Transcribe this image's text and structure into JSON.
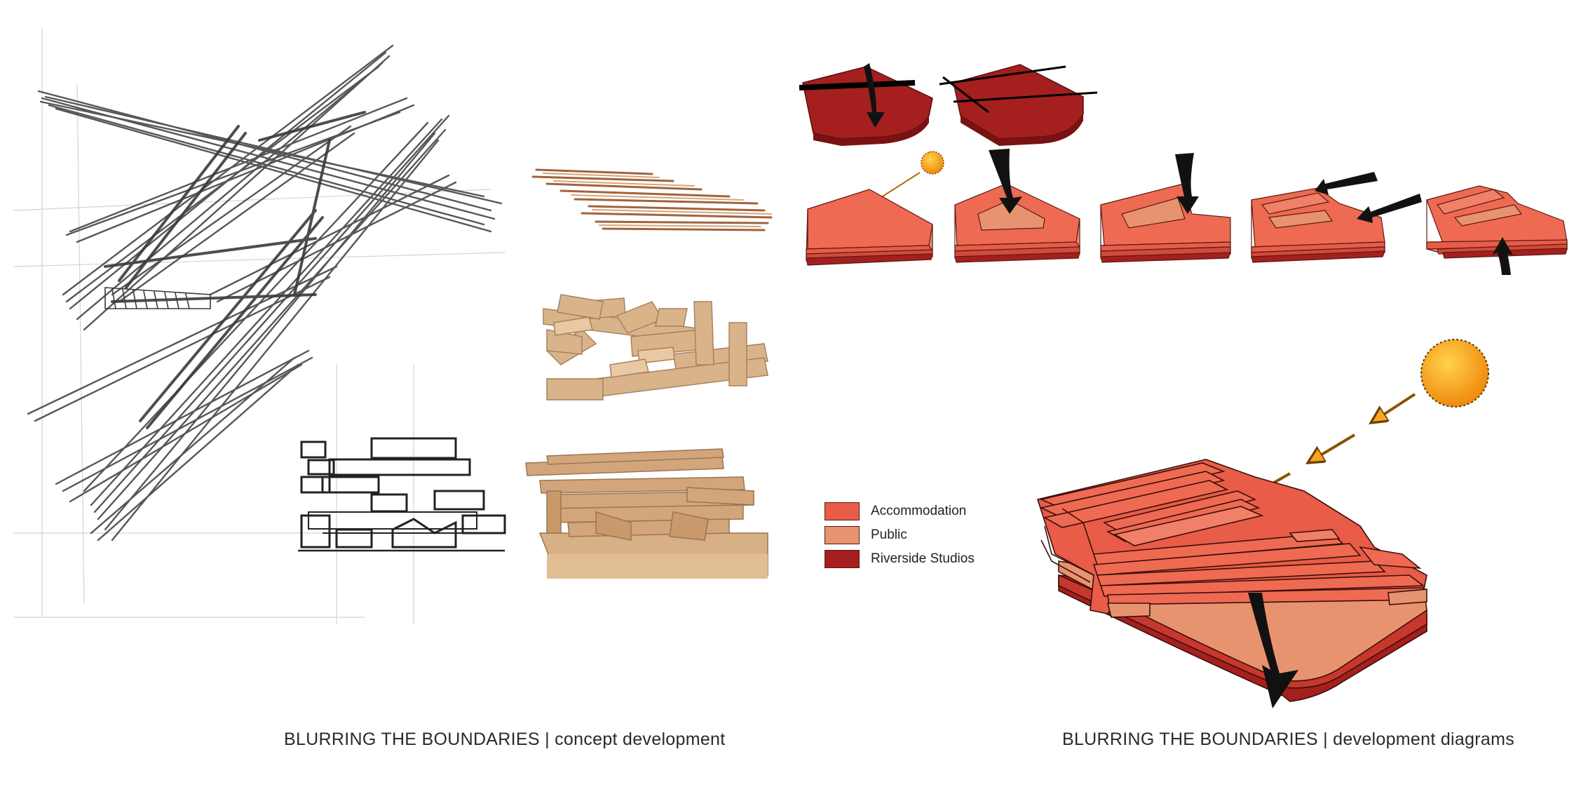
{
  "captions": {
    "left": "BLURRING THE BOUNDARIES | concept development",
    "right": "BLURRING THE BOUNDARIES | development diagrams"
  },
  "legend": {
    "items": [
      {
        "label": "Accommodation",
        "color": "#e85c48"
      },
      {
        "label": "Public",
        "color": "#e8936f"
      },
      {
        "label": "Riverside Studios",
        "color": "#a51f1f"
      }
    ]
  },
  "colors": {
    "accommodation": "#e85c48",
    "public": "#e8936f",
    "riverside": "#a51f1f",
    "sun": "#f7a21b",
    "cardboard": "#d4a87a",
    "pencil": "#3a3a3a"
  }
}
